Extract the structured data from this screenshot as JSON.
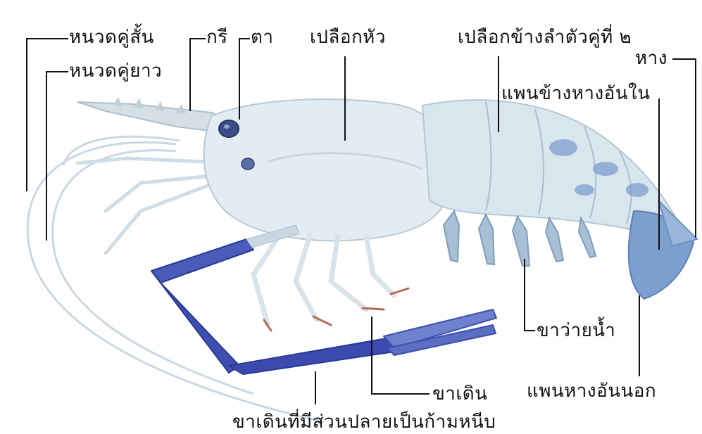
{
  "labels": {
    "short_antenna": "หนวดคู่สั้น",
    "long_antenna": "หนวดคู่ยาว",
    "rostrum": "กรี",
    "eye": "ตา",
    "carapace": "เปลือกหัว",
    "second_abdominal_pleuron": "เปลือกข้างลำตัวคู่ที่ ๒",
    "telson": "หาง",
    "inner_uropod": "แพนข้างหางอันใน",
    "swimmerets": "ขาว่ายน้ำ",
    "walking_legs": "ขาเดิน",
    "outer_uropod": "แพนหางอันนอก",
    "cheliped": "ขาเดินที่มีส่วนปลายเป็นก้ามหนีบ"
  },
  "colors": {
    "body": "#dde9f0",
    "body_shadow": "#b8cfdd",
    "claw": "#3d4fb0",
    "claw_dark": "#2a3a94",
    "tail": "#8fb0d6",
    "leg_tip": "#b86a5a",
    "line": "#111111"
  }
}
